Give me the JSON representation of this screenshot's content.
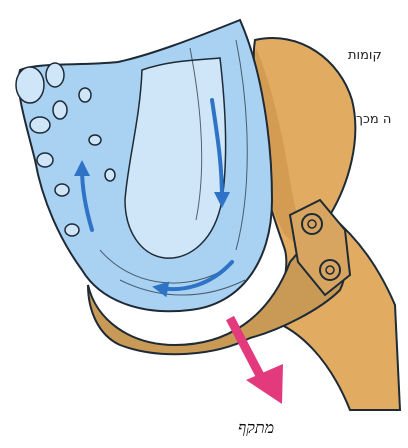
{
  "side_text_fragments": [
    "קומות",
    "ה מכך"
  ],
  "caption": "מתקף",
  "colors": {
    "water_fill": "#a9d2f2",
    "water_light": "#cfe6f8",
    "water_outline": "#1e2a36",
    "current_arrow": "#2f73c6",
    "bucket_fill": "#c99a55",
    "wood_fill": "#e1ab62",
    "force_arrow": "#e33a7d"
  },
  "icons": [
    "curved-flow-arrow-icon",
    "force-arrow-icon",
    "bolt-icon"
  ]
}
